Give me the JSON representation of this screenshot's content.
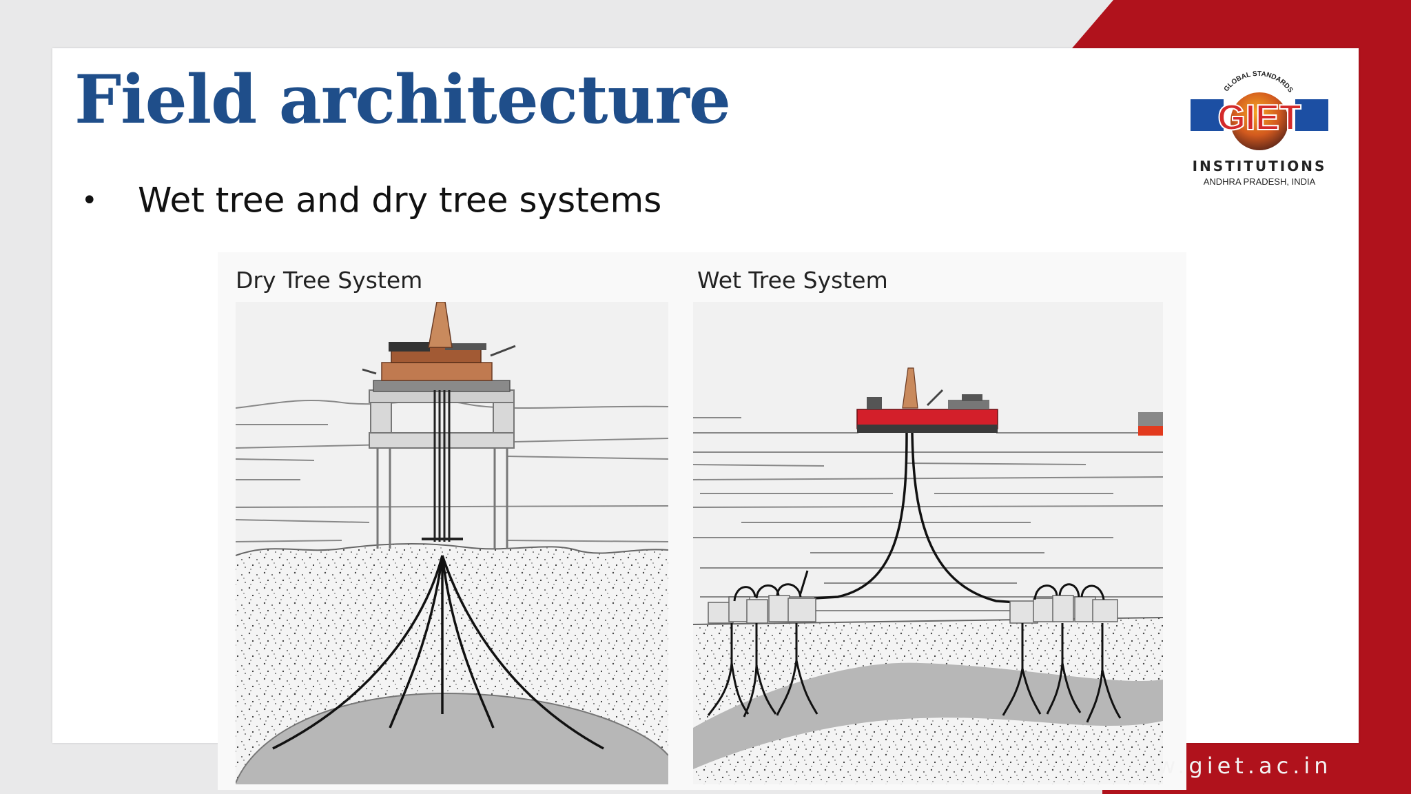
{
  "slide": {
    "title": "Field architecture",
    "bullets": [
      {
        "symbol": "•",
        "text": "Wet tree and dry tree systems"
      }
    ]
  },
  "logo": {
    "arc_text": "GLOBAL STANDARDS",
    "wordmark": "GIET",
    "line1": "INSTITUTIONS",
    "line2": "ANDHRA PRADESH, INDIA"
  },
  "figure": {
    "panels": [
      {
        "label": "Dry Tree System"
      },
      {
        "label": "Wet Tree System"
      }
    ]
  },
  "footer": {
    "url": "w.giet.ac.in"
  },
  "colors": {
    "title": "#1f4e8a",
    "accent_red": "#b0121c",
    "logo_blue": "#1c4fa3",
    "logo_red": "#d42a2a"
  }
}
